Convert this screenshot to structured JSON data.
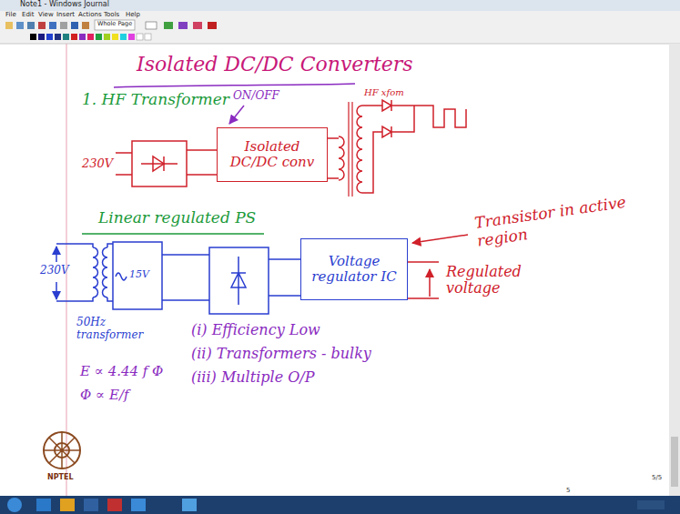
{
  "diagram": {
    "title": "Isolated DC/DC Converters",
    "nodes": [
      {
        "text": [
          "Isolated DC/DC conv"
        ]
      },
      {
        "text": [
          "Voltage regulator IC"
        ]
      }
    ],
    "labels": [
      "Note1 - Windows Journal",
      "File",
      "Edit",
      "View",
      "Insert",
      "Actions",
      "Tools",
      "Help",
      "Whole Page",
      "1. HF Transformer",
      "ON/OFF",
      "HF xfom",
      "230V",
      "Linear regulated PS",
      "Transistor in active region",
      "230V",
      "15V",
      "Regulated voltage",
      "50Hz transformer",
      "(i) Efficiency Low",
      "(ii) Transformers - bulky",
      "(iii) Multiple O/P",
      "E ∝ 4.44 f Φ",
      "Φ ∝ E/f",
      "NPTEL",
      "5/5",
      "5"
    ]
  }
}
